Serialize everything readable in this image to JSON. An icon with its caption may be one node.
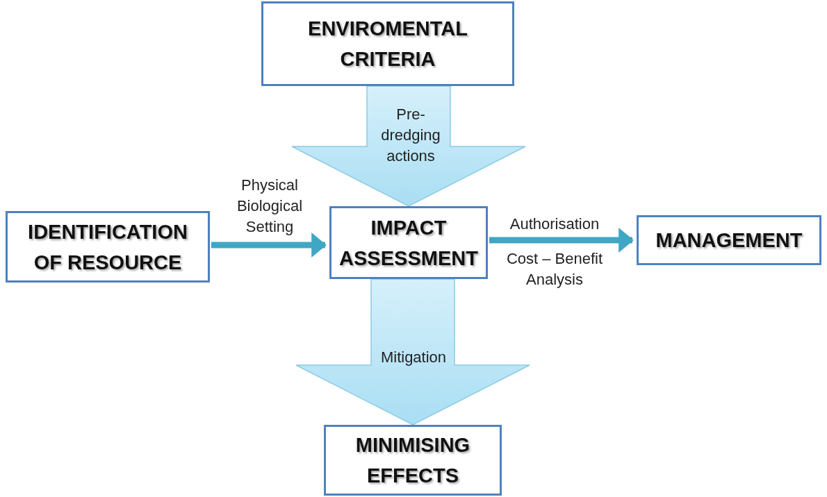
{
  "diagram": {
    "nodes": [
      {
        "text": [
          "ENVIROMENTAL CRITERIA"
        ]
      },
      {
        "text": [
          "IDENTIFICATION OF RESOURCE"
        ]
      },
      {
        "text": [
          "IMPACT ASSESSMENT"
        ]
      },
      {
        "text": [
          "MANAGEMENT"
        ]
      },
      {
        "text": [
          "MINIMISING EFFECTS"
        ]
      }
    ],
    "edges": [
      {
        "from": 0,
        "to": 2,
        "arrow": "to",
        "label": "Pre-dredging actions",
        "style": "thick"
      },
      {
        "from": 1,
        "to": 2,
        "arrow": "to",
        "label": "Physical Biological Setting"
      },
      {
        "from": 2,
        "to": 3,
        "arrow": "to",
        "label": "Authorisation"
      },
      {
        "from": 2,
        "to": 4,
        "arrow": "to",
        "label": "Mitigation",
        "style": "thick"
      }
    ],
    "labels": [
      "Cost – Benefit Analysis"
    ]
  }
}
